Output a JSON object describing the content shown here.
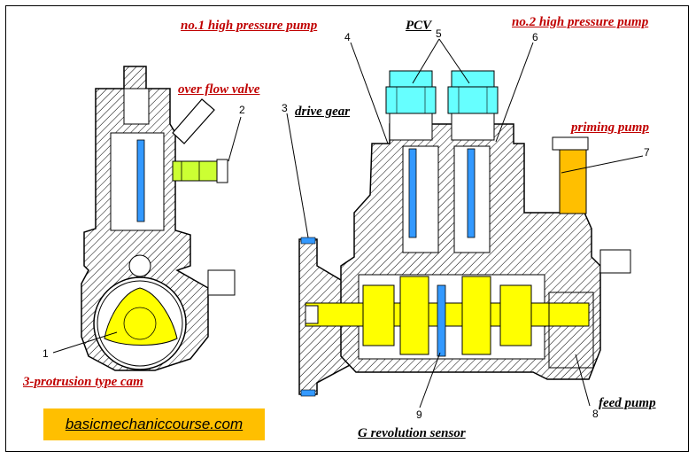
{
  "labels": {
    "overflow_valve": "over flow valve",
    "drive_gear": "drive gear",
    "pump1": "no.1 high pressure pump",
    "pcv": "PCV",
    "pump2": "no.2 high pressure pump",
    "priming_pump": "priming pump",
    "cam": "3-protrusion type cam",
    "feed_pump": "feed pump",
    "g_sensor": "G revolution sensor"
  },
  "numbers": {
    "n1": "1",
    "n2": "2",
    "n3": "3",
    "n4": "4",
    "n5": "5",
    "n6": "6",
    "n7": "7",
    "n8": "8",
    "n9": "9"
  },
  "banner": {
    "text": "basicmechaniccourse.com"
  },
  "colors": {
    "highlight_yellow": "#ffff00",
    "priming_orange": "#ffbf00",
    "pcv_cyan": "#66ffff",
    "plunger_blue": "#3399ff",
    "valve_green": "#ccff33",
    "red_label": "#c00000",
    "banner_bg": "#ffbf00"
  }
}
